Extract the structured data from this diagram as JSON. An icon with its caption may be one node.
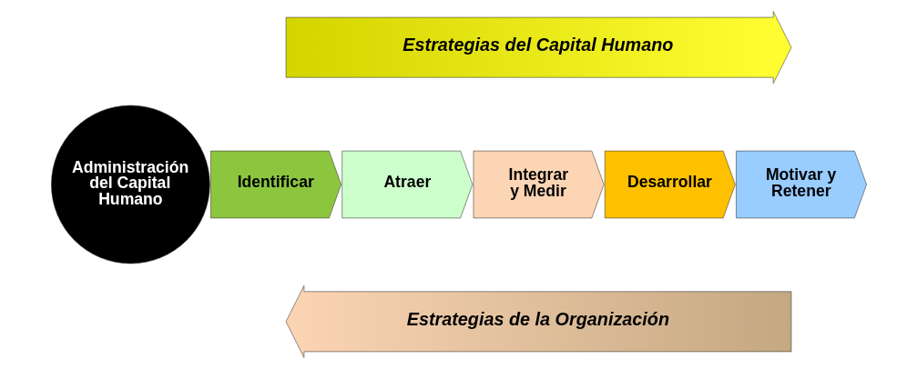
{
  "diagram": {
    "nodes": [
      {
        "text": [
          "Estrategias del Capital Humano"
        ]
      },
      {
        "text": [
          "Administración del Capital Humano"
        ]
      },
      {
        "text": [
          "Identificar"
        ]
      },
      {
        "text": [
          "Atraer"
        ]
      },
      {
        "text": [
          "Integrar y Medir"
        ]
      },
      {
        "text": [
          "Desarrollar"
        ]
      },
      {
        "text": [
          "Motivar y Retener"
        ]
      },
      {
        "text": [
          "Estrategias de la Organización"
        ]
      }
    ],
    "edges": []
  }
}
